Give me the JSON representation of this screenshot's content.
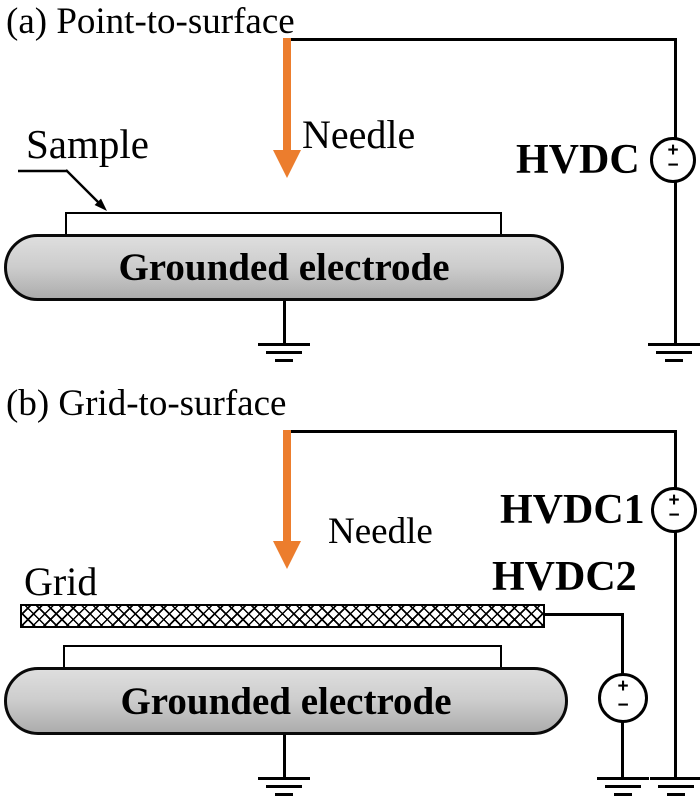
{
  "colors": {
    "arrow_orange": "#EC7D2D",
    "wire_black": "#000000",
    "electrode_top": "#dedede",
    "electrode_bottom": "#adadad"
  },
  "panel_a": {
    "title": "(a) Point-to-surface",
    "sample_label": "Sample",
    "needle_label": "Needle",
    "electrode_label": "Grounded electrode",
    "hvdc": {
      "label": "HVDC",
      "plus": "+",
      "minus": "−"
    }
  },
  "panel_b": {
    "title": "(b) Grid-to-surface",
    "grid_label": "Grid",
    "needle_label": "Needle",
    "electrode_label": "Grounded electrode",
    "hvdc1": {
      "label": "HVDC1",
      "plus": "+",
      "minus": "−"
    },
    "hvdc2": {
      "label": "HVDC2",
      "plus": "+",
      "minus": "−"
    }
  }
}
